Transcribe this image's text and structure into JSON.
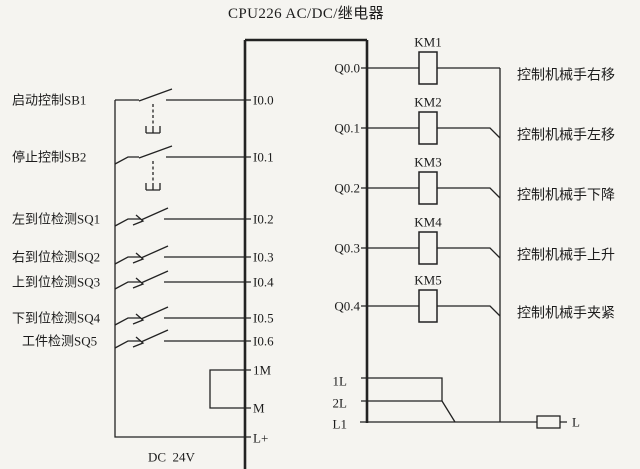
{
  "title": "CPU226 AC/DC/继电器",
  "colors": {
    "line": "#222222",
    "ink": "#1c1c1c",
    "background": "#f5f4f0"
  },
  "plc": {
    "inputs": [
      {
        "label": "启动控制SB1",
        "terminal": "I0.0",
        "device": "pushbutton-no-contact"
      },
      {
        "label": "停止控制SB2",
        "terminal": "I0.1",
        "device": "pushbutton-no-contact"
      },
      {
        "label": "左到位检测SQ1",
        "terminal": "I0.2",
        "device": "limit-switch-contact"
      },
      {
        "label": "右到位检测SQ2",
        "terminal": "I0.3",
        "device": "limit-switch-contact"
      },
      {
        "label": "上到位检测SQ3",
        "terminal": "I0.4",
        "device": "limit-switch-contact"
      },
      {
        "label": "下到位检测SQ4",
        "terminal": "I0.5",
        "device": "limit-switch-contact"
      },
      {
        "label": "工件检测SQ5",
        "terminal": "I0.6",
        "device": "limit-switch-contact"
      }
    ],
    "outputs": [
      {
        "terminal": "Q0.0",
        "coil": "KM1",
        "function": "控制机械手右移"
      },
      {
        "terminal": "Q0.1",
        "coil": "KM2",
        "function": "控制机械手左移"
      },
      {
        "terminal": "Q0.2",
        "coil": "KM3",
        "function": "控制机械手下降"
      },
      {
        "terminal": "Q0.3",
        "coil": "KM4",
        "function": "控制机械手上升"
      },
      {
        "terminal": "Q0.4",
        "coil": "KM5",
        "function": "控制机械手夹紧"
      }
    ],
    "left_terminals": [
      "1M",
      "M",
      "L+"
    ],
    "right_terminals": [
      "1L",
      "2L",
      "L1"
    ],
    "power_label": "DC  24V",
    "line_label": "L"
  }
}
